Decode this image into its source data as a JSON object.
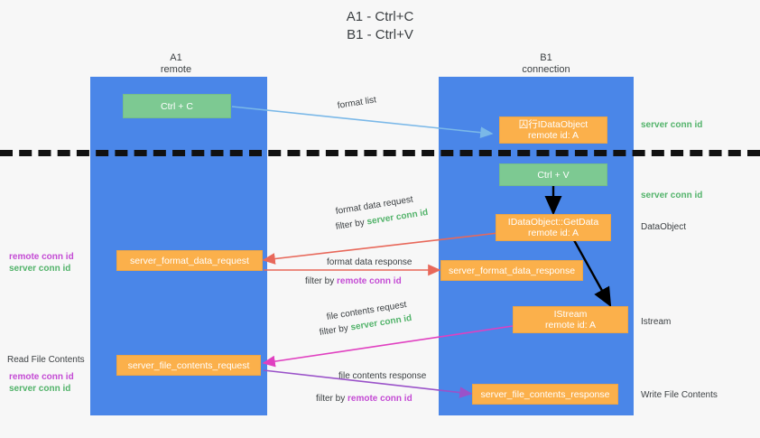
{
  "title": "A1 - Ctrl+C\nB1 - Ctrl+V",
  "columns": [
    {
      "name": "A1",
      "sub": "remote",
      "label": "A1\nremote"
    },
    {
      "name": "B1",
      "sub": "connection",
      "label": "B1\nconnection"
    }
  ],
  "colors": {
    "lane": "#4a86e8",
    "green_box": "#7dc992",
    "orange_box": "#fbb04b",
    "server_conn_id": "#52b36a",
    "remote_conn_id": "#c44bd4",
    "arrow_blue": "#7ab8e8",
    "arrow_red": "#e8685a",
    "arrow_pink": "#e040c0",
    "arrow_purple": "#9a52c9",
    "arrow_black": "#000000",
    "divider": "#111111",
    "background": "#f7f7f7"
  },
  "boxes": {
    "ctrl_c": {
      "line1": "Ctrl + C",
      "line2": ""
    },
    "idataobject_top": {
      "line1": "囚行IDataObject",
      "line2": "remote id: A"
    },
    "ctrl_v": {
      "line1": "Ctrl + V",
      "line2": ""
    },
    "getdata": {
      "line1": "IDataObject::GetData",
      "line2": "remote id: A"
    },
    "server_format_data_request": {
      "line1": "server_format_data_request",
      "line2": ""
    },
    "server_format_data_response": {
      "line1": "server_format_data_response",
      "line2": ""
    },
    "istream": {
      "line1": "IStream",
      "line2": "remote id: A"
    },
    "server_file_contents_request": {
      "line1": "server_file_contents_request",
      "line2": ""
    },
    "server_file_contents_response": {
      "line1": "server_file_contents_response",
      "line2": ""
    }
  },
  "arrow_labels": {
    "format_list": "format list",
    "format_data_request": "format data request",
    "format_data_request_filter_prefix": "filter by ",
    "format_data_request_filter_key": "server conn id",
    "format_data_response": "format data response",
    "format_data_response_filter_prefix": "filter by ",
    "format_data_response_filter_key": "remote conn id",
    "file_contents_request": "file contents request",
    "file_contents_request_filter_prefix": "filter by ",
    "file_contents_request_filter_key": "server conn id",
    "file_contents_response": "file contents response",
    "file_contents_response_filter_prefix": "filter by ",
    "file_contents_response_filter_key": "remote conn id"
  },
  "right_annotations": {
    "server_conn_id_top": "server conn id",
    "server_conn_id_mid": "server conn id",
    "dataobject": "DataObject",
    "istream": "Istream",
    "write_file_contents": "Write File Contents"
  },
  "left_annotations": {
    "remote_conn_id_1": "remote conn id",
    "server_conn_id_1": "server conn id",
    "read_file_contents": "Read File Contents",
    "remote_conn_id_2": "remote conn id",
    "server_conn_id_2": "server conn id"
  }
}
